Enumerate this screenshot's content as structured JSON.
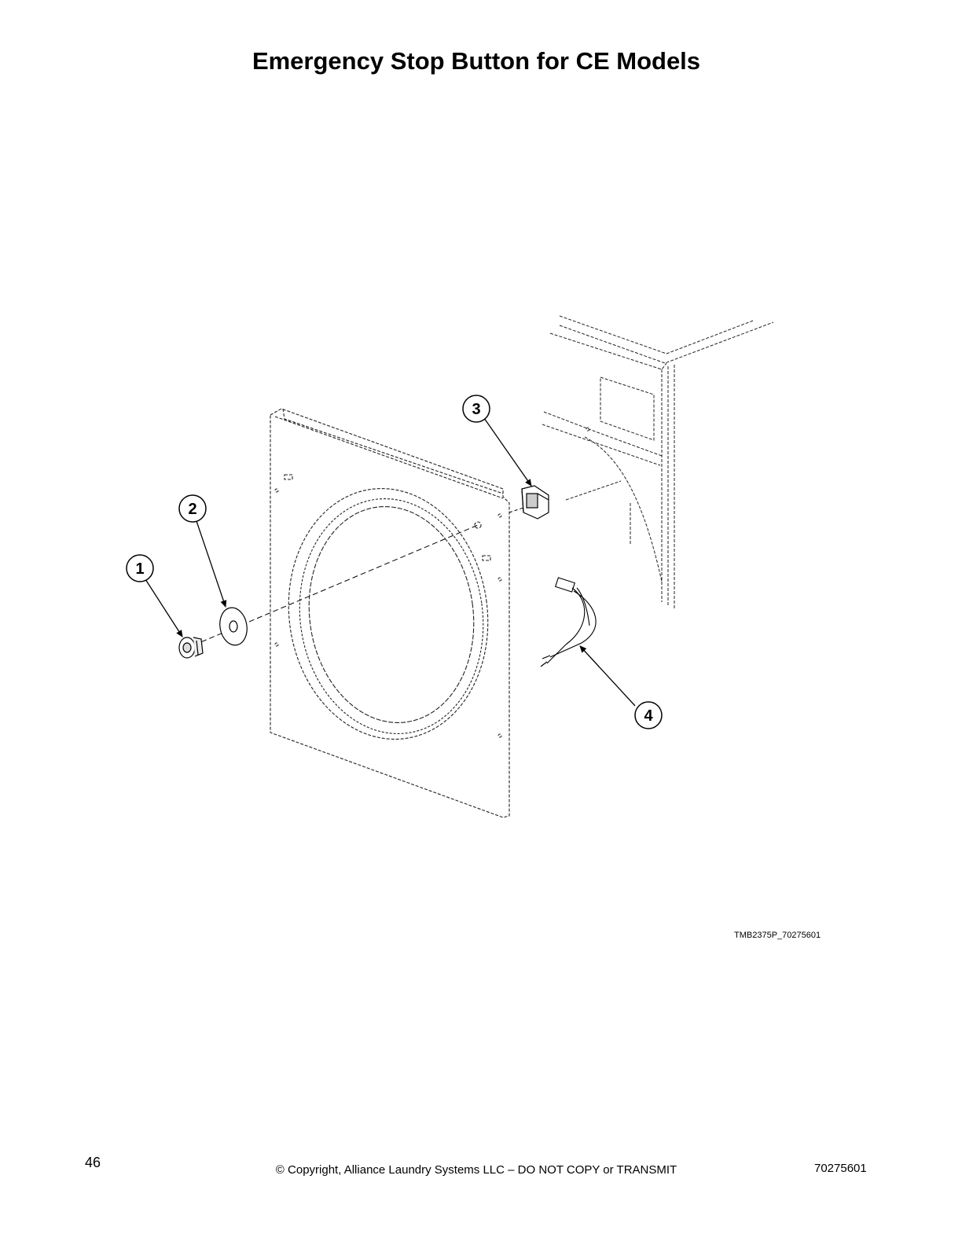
{
  "title": "Emergency Stop Button for CE Models",
  "callouts": [
    "1",
    "2",
    "3",
    "4"
  ],
  "figure_code": "TMB2375P_70275601",
  "footer": {
    "page_number": "46",
    "copyright": "© Copyright, Alliance Laundry Systems LLC – DO NOT COPY or TRANSMIT",
    "doc_number": "70275601"
  }
}
